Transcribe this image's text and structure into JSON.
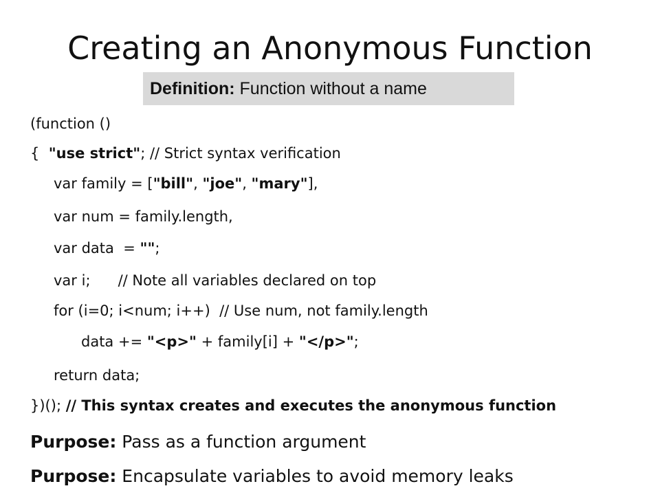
{
  "slide": {
    "title": "Creating an Anonymous Function",
    "definition": {
      "label": "Definition:",
      "text": " Function without a name"
    },
    "code": {
      "line1": "(function ()",
      "line2_open": "{  ",
      "line2_str": "\"use strict\"",
      "line2_rest": "; // Strict syntax verification",
      "line3_a": "var family = [",
      "line3_s1": "\"bill\"",
      "line3_sep1": ", ",
      "line3_s2": "\"joe\"",
      "line3_sep2": ", ",
      "line3_s3": "\"mary\"",
      "line3_end": "],",
      "line4": "var num = family.length,",
      "line5_a": "var data  = ",
      "line5_str": "\"\"",
      "line5_end": ";",
      "line6": "var i;      // Note all variables declared on top",
      "line7": "for (i=0; i<num; i++)  // Use num, not family.length",
      "line8_a": "data += ",
      "line8_s1": "\"<p>\"",
      "line8_mid": " + family[i] + ",
      "line8_s2": "\"</p>\"",
      "line8_end": ";",
      "line9": "return data;",
      "line10_a": "})(); ",
      "line10_b": "// This syntax creates and executes the anonymous function"
    },
    "purposes": [
      {
        "label": "Purpose:",
        "text": " Pass as a function argument"
      },
      {
        "label": "Purpose:",
        "text": " Encapsulate variables to avoid memory leaks"
      }
    ]
  }
}
